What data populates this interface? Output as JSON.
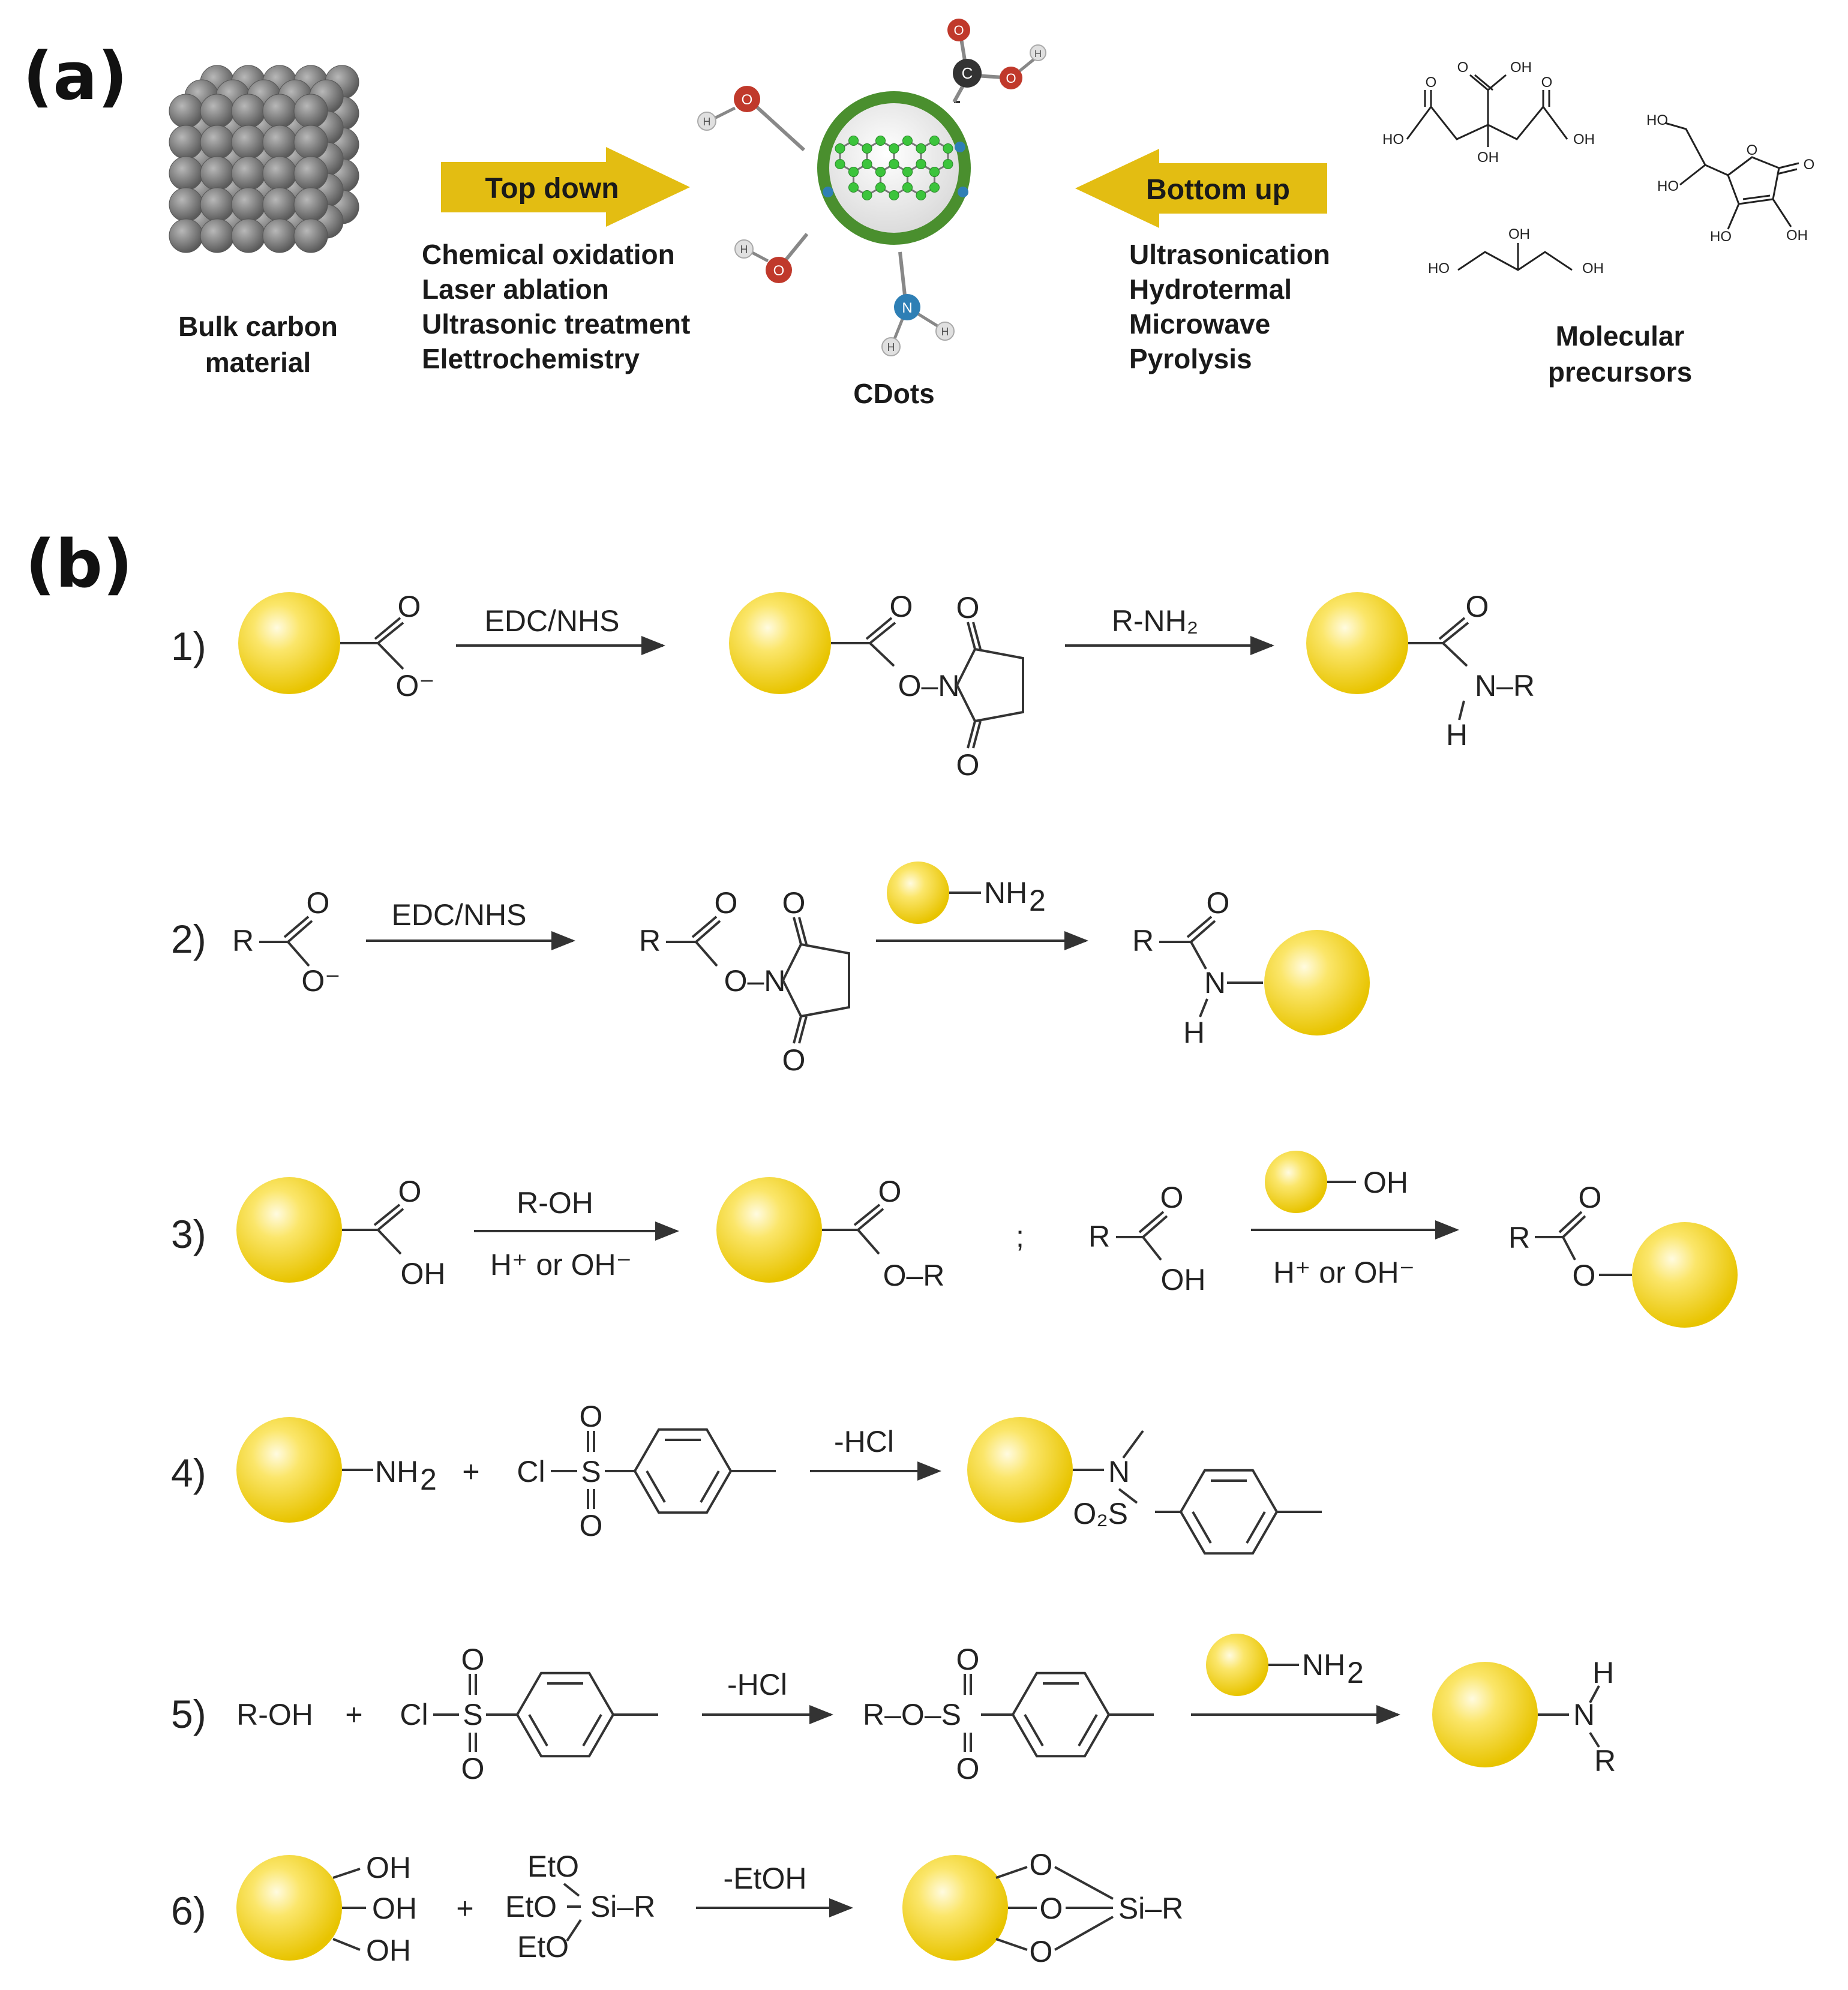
{
  "panel_a": {
    "label": "(a)",
    "bulk": [
      "Bulk carbon",
      "material"
    ],
    "top_down": {
      "arrow": "Top down",
      "methods": [
        "Chemical oxidation",
        "Laser ablation",
        "Ultrasonic treatment",
        "Elettrochemistry"
      ]
    },
    "cdots": "CDots",
    "bottom_up": {
      "arrow": "Bottom up",
      "methods": [
        "Ultrasonication",
        "Hydrotermal",
        "Microwave",
        "Pyrolysis"
      ]
    },
    "precursors": [
      "Molecular",
      "precursors"
    ],
    "atoms": {
      "O": "O",
      "H": "H",
      "C": "C",
      "N": "N"
    },
    "citric": {
      "o": "O",
      "oh": "OH",
      "ho": "HO"
    },
    "ascorbic": {
      "ho": "HO",
      "o": "O",
      "oh": "OH"
    },
    "glycerol": {
      "ho": "HO",
      "oh": "OH"
    }
  },
  "panel_b": {
    "label": "(b)",
    "chem": {
      "O": "O",
      "Ominus": "O⁻",
      "OH": "OH",
      "R": "R",
      "N": "N",
      "H": "H",
      "S": "S",
      "Cl": "Cl",
      "NH": "NH",
      "sub2": "2",
      "NH2": "NH₂",
      "OR": "O–R",
      "NR": "N–R",
      "ON": "O–N",
      "ROH": "R-OH",
      "Si": "Si",
      "SiR": "Si–R",
      "EtO": "EtO",
      "O2S": "O₂S",
      "O2": "O2",
      "ROS": "R–O–S",
      "plus": "+",
      "semi": ";"
    },
    "reagents": {
      "edc": "EDC/NHS",
      "rnh2": "R-NH₂",
      "roh": "R-OH",
      "acid": "H⁺ or OH⁻",
      "hcl": "-HCl",
      "etoh": "-EtOH"
    },
    "rows": [
      "1)",
      "2)",
      "3)",
      "4)",
      "5)",
      "6)"
    ]
  },
  "colors": {
    "arrow": "#e3bd12",
    "sphere": "#f7dd35",
    "cdot_ring": "#4a8f2e",
    "carbon_grey": "#8a8a8a"
  }
}
